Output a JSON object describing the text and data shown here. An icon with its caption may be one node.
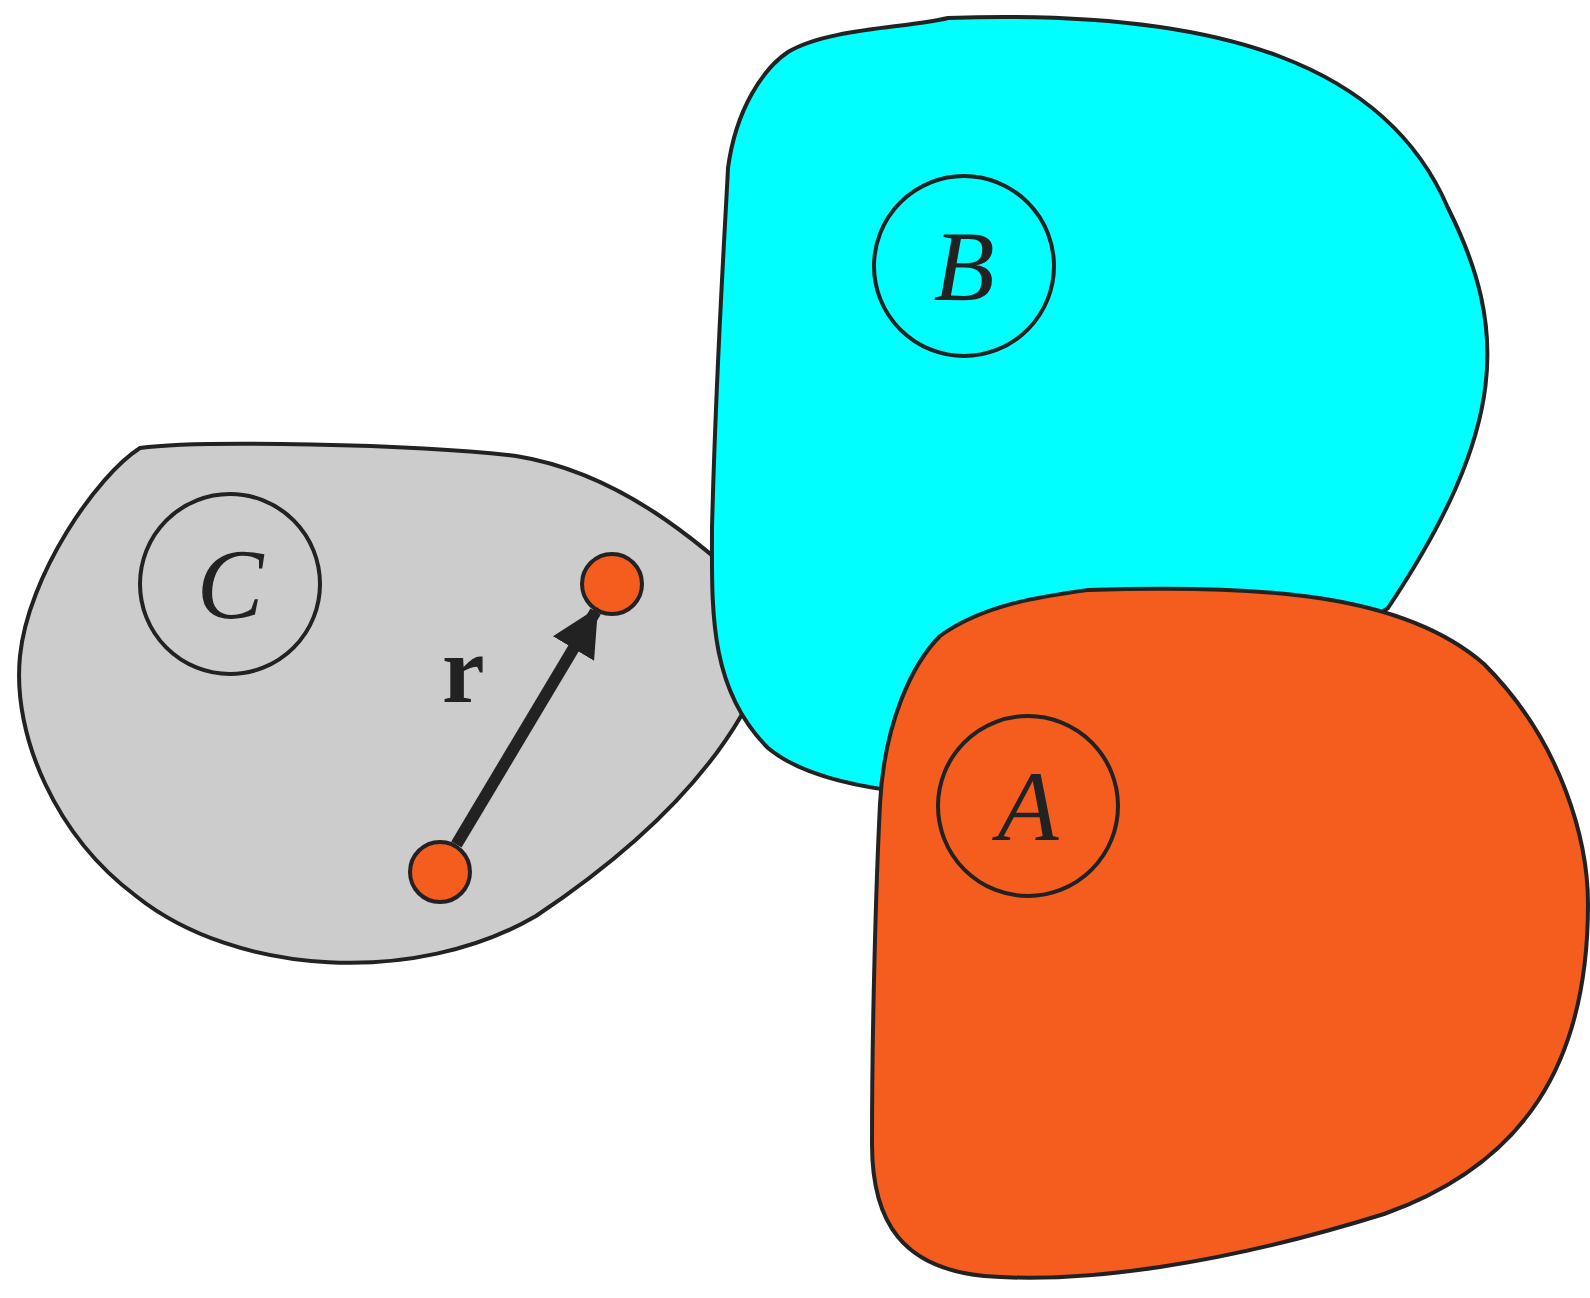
{
  "diagram": {
    "nodes": [
      {
        "text": [
          "C"
        ]
      },
      {
        "text": [],
        "shape": "circle",
        "in": 0
      },
      {
        "text": [],
        "shape": "circle",
        "in": 0
      },
      {
        "text": [
          "B"
        ]
      },
      {
        "text": [
          "A"
        ]
      }
    ],
    "edges": [
      {
        "from": 1,
        "to": 2,
        "arrow": "to",
        "label": "r"
      }
    ]
  }
}
